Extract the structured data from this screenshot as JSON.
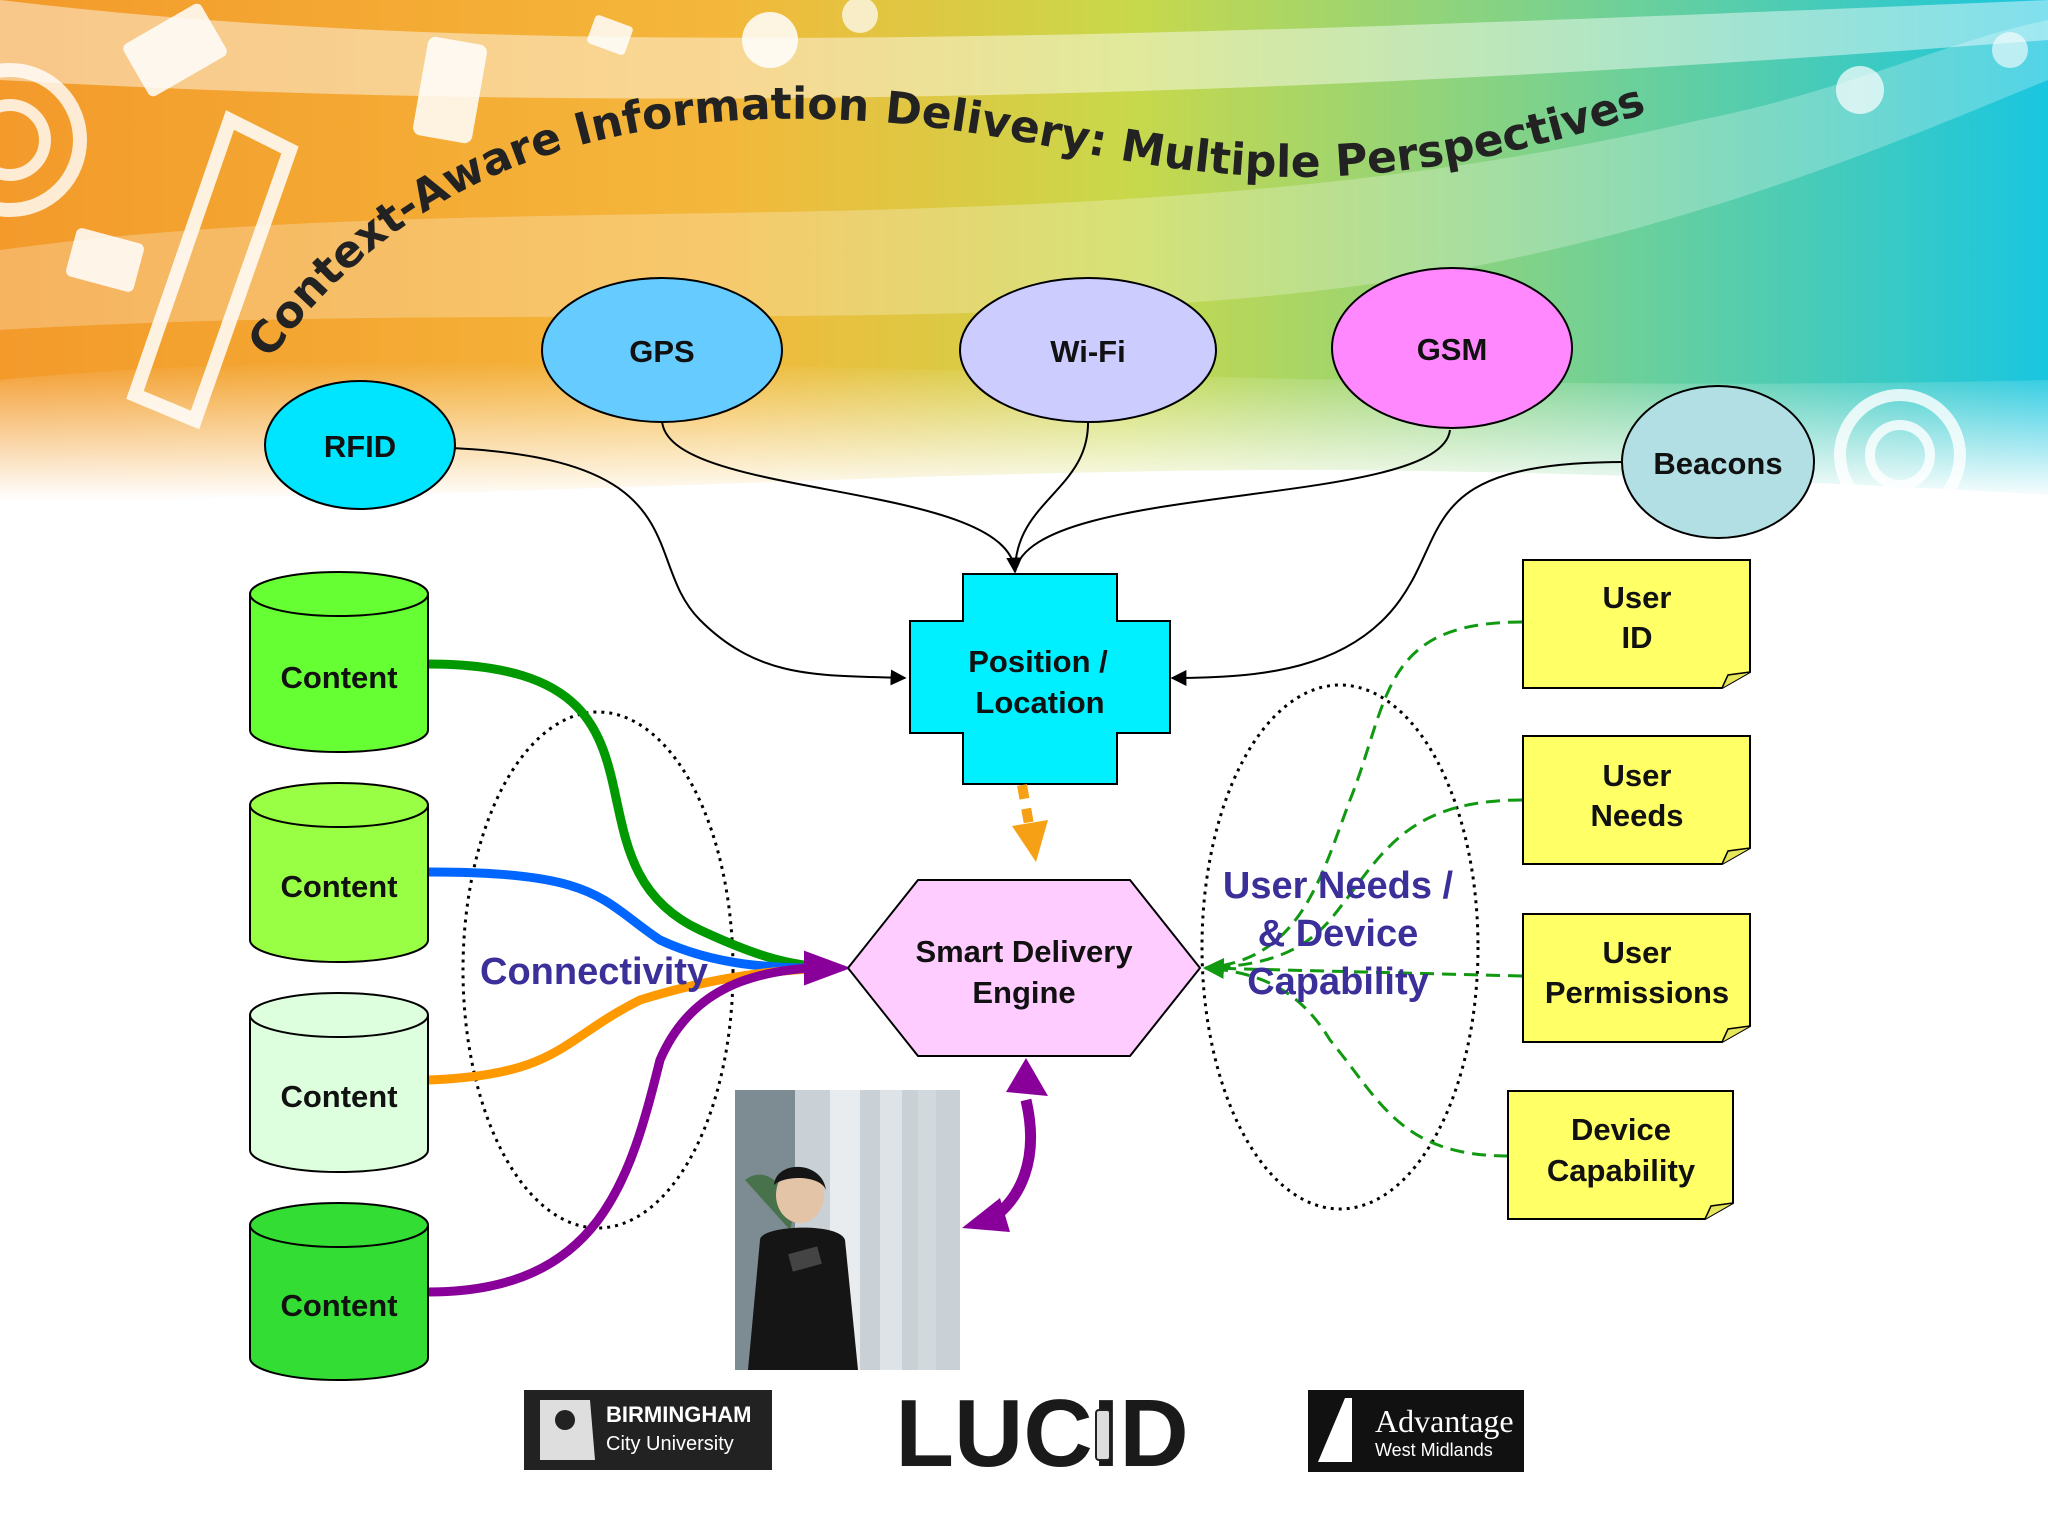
{
  "title": "Context-Aware Information Delivery: Multiple Perspectives",
  "sources": {
    "rfid": "RFID",
    "gps": "GPS",
    "wifi": "Wi-Fi",
    "gsm": "GSM",
    "beacons": "Beacons"
  },
  "position": {
    "line1": "Position /",
    "line2": "Location"
  },
  "engine": {
    "line1": "Smart Delivery",
    "line2": "Engine"
  },
  "content_items": [
    "Content",
    "Content",
    "Content",
    "Content"
  ],
  "connectivity_label": "Connectivity",
  "user_group_label": {
    "line1": "User Needs /",
    "line2": "& Device",
    "line3": "Capability"
  },
  "notes": [
    {
      "line1": "User",
      "line2": "ID"
    },
    {
      "line1": "User",
      "line2": "Needs"
    },
    {
      "line1": "User",
      "line2": "Permissions"
    },
    {
      "line1": "Device",
      "line2": "Capability"
    }
  ],
  "logos": {
    "birmingham_line1": "BIRMINGHAM",
    "birmingham_line2": "City University",
    "lucid": "LUCID",
    "advantage_line1": "Advantage",
    "advantage_line2": "West Midlands"
  },
  "colors": {
    "rfid": "#00e5ff",
    "gps": "#66ccff",
    "wifi": "#ccccff",
    "gsm": "#ff88ff",
    "beacons": "#b2dfe3",
    "position": "#00f0ff",
    "engine": "#ffccff",
    "note": "#ffff66",
    "content_1": "#66ff33",
    "content_2": "#99ff44",
    "content_3": "#ddffdd",
    "content_4": "#33dd33",
    "green_line": "#009900",
    "blue_line": "#0066ff",
    "orange_line": "#ff9900",
    "purple_line": "#880099",
    "dashed_green": "#119911",
    "label_blue": "#3b2f9a"
  }
}
